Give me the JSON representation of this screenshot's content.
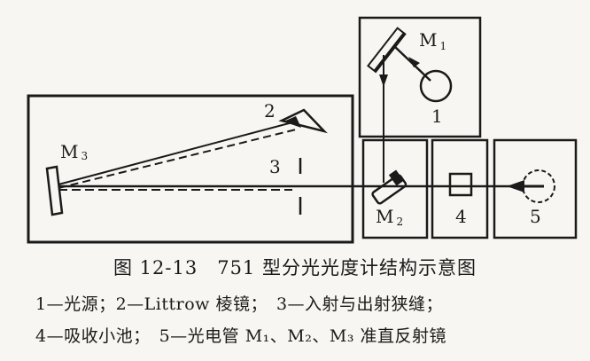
{
  "labels": {
    "m1": "M",
    "m1_sub": "1",
    "m2": "M",
    "m2_sub": "2",
    "m3": "M",
    "m3_sub": "3",
    "box1": "1",
    "prism": "2",
    "slit": "3",
    "cell": "4",
    "detector": "5"
  },
  "caption": "图 12-13　751 型分光光度计结构示意图",
  "legend": {
    "line1": "1—光源；2—Littrow 棱镜；　3—入射与出射狭缝；",
    "line2": "4—吸收小池；　5—光电管 M₁、M₂、M₃ 准直反射镜"
  }
}
